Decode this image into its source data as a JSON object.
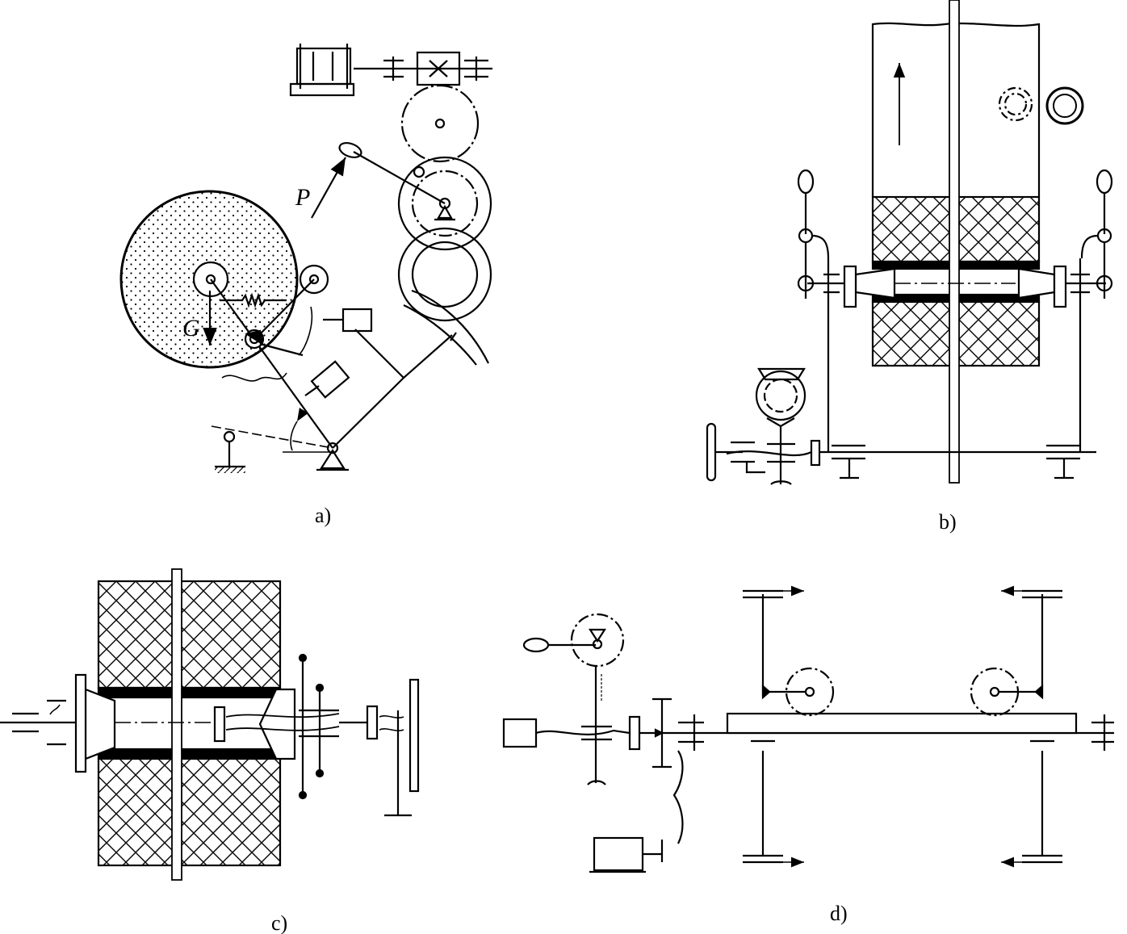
{
  "panels": {
    "a": {
      "caption": "a)",
      "force_label": "P",
      "weight_label": "G"
    },
    "b": {
      "caption": "b)"
    },
    "c": {
      "caption": "c)"
    },
    "d": {
      "caption": "d)"
    }
  },
  "colors": {
    "ink": "#000000",
    "paper": "#ffffff"
  }
}
